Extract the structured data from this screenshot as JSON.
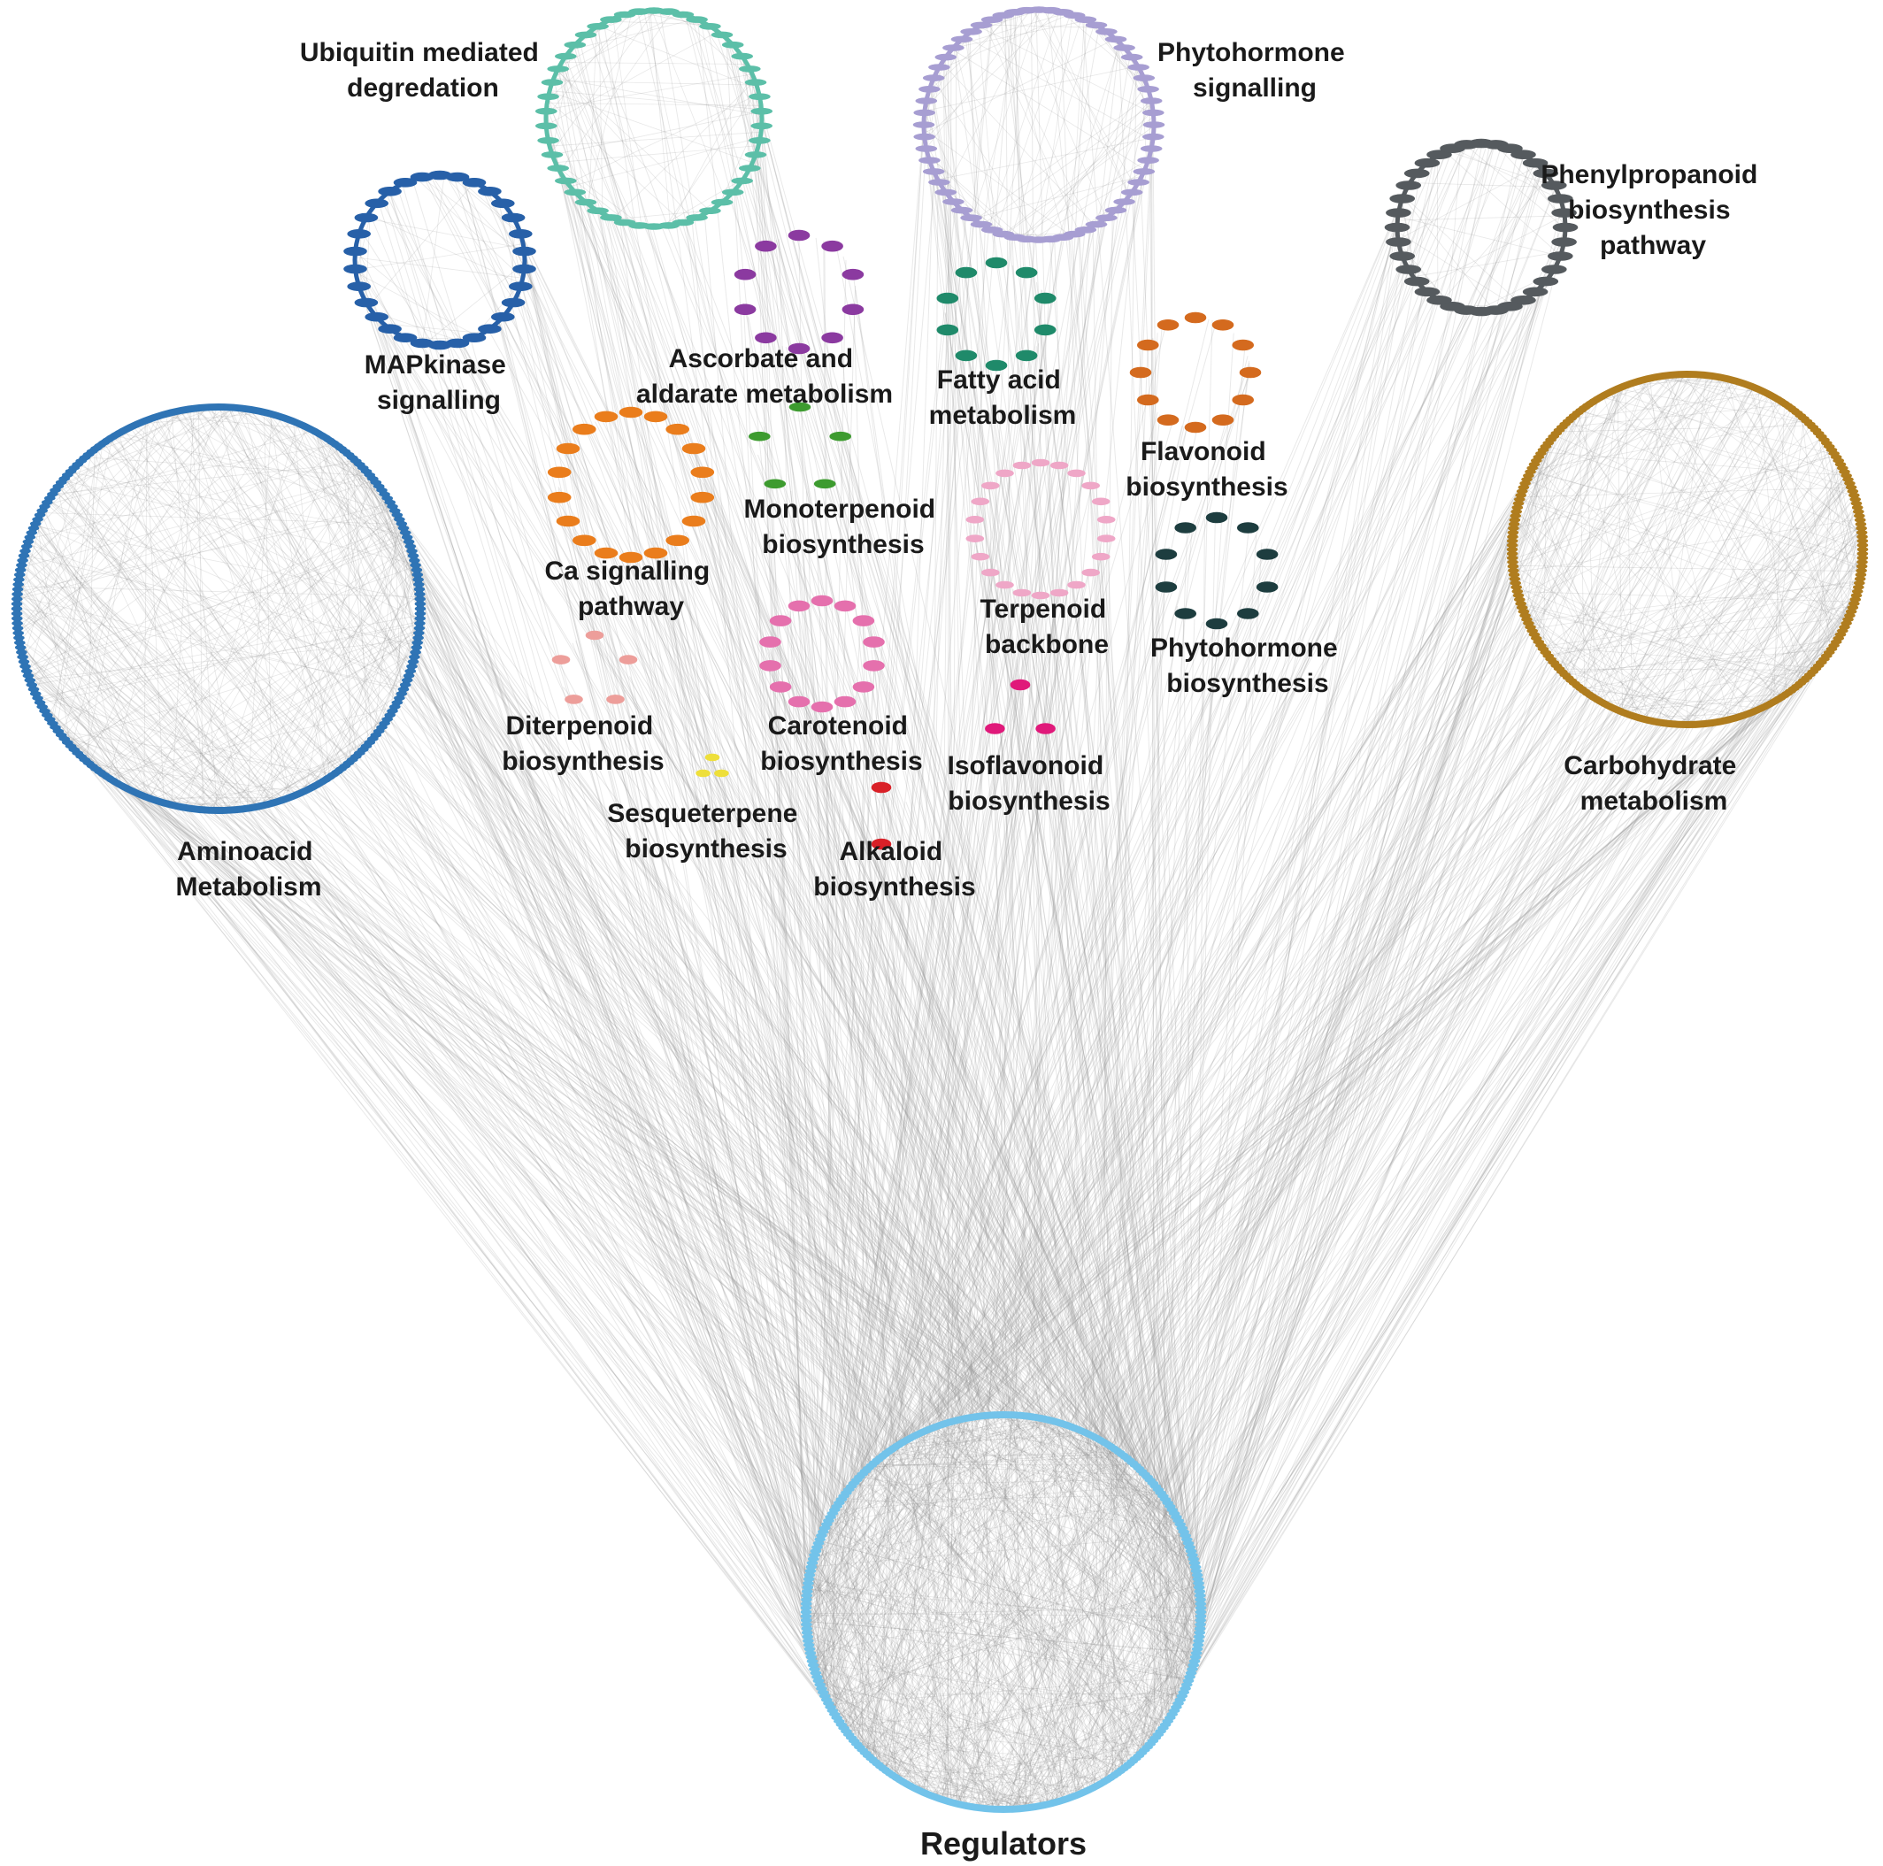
{
  "figure": {
    "modules": [
      {
        "id": "ubiquitin",
        "name": "ubiquitin-module",
        "label_lines": [
          "Ubiquitin mediated",
          "degredation"
        ],
        "color": "#5cbfa8",
        "node_count": 46,
        "density": "dense"
      },
      {
        "id": "phytohormone-signalling",
        "name": "phytohormone-signalling-module",
        "label_lines": [
          "Phytohormone",
          "signalling"
        ],
        "color": "#a79ed2",
        "node_count": 60,
        "density": "dense"
      },
      {
        "id": "phenylpropanoid",
        "name": "phenylpropanoid-module",
        "label_lines": [
          "Phenylpropanoid",
          "biosynthesis",
          "pathway"
        ],
        "color": "#555a5e",
        "node_count": 36,
        "density": "dense"
      },
      {
        "id": "mapkinase",
        "name": "mapkinase-module",
        "label_lines": [
          "MAPkinase",
          "signalling"
        ],
        "color": "#2760a8",
        "node_count": 30,
        "density": "dense"
      },
      {
        "id": "ascorbate",
        "name": "ascorbate-module",
        "label_lines": [
          "Ascorbate and",
          "aldarate metabolism"
        ],
        "color": "#8b3aa0",
        "node_count": 10,
        "density": "sparse"
      },
      {
        "id": "fatty-acid",
        "name": "fatty-acid-module",
        "label_lines": [
          "Fatty acid",
          "metabolism"
        ],
        "color": "#1f8a6a",
        "node_count": 10,
        "density": "sparse"
      },
      {
        "id": "flavonoid",
        "name": "flavonoid-module",
        "label_lines": [
          "Flavonoid",
          "biosynthesis"
        ],
        "color": "#d46a1e",
        "node_count": 12,
        "density": "sparse"
      },
      {
        "id": "ca-signalling",
        "name": "ca-signalling-module",
        "label_lines": [
          "Ca signalling",
          "pathway"
        ],
        "color": "#ea7d1c",
        "node_count": 18,
        "density": "sparse"
      },
      {
        "id": "monoterpenoid",
        "name": "monoterpenoid-module",
        "label_lines": [
          "Monoterpenoid",
          "biosynthesis"
        ],
        "color": "#3d9b2f",
        "node_count": 5,
        "density": "sparse"
      },
      {
        "id": "terpenoid-backbone",
        "name": "terpenoid-backbone-module",
        "label_lines": [
          "Terpenoid",
          "backbone"
        ],
        "color": "#efa7c7",
        "node_count": 22,
        "density": "sparse"
      },
      {
        "id": "phytohormone-biosynthesis",
        "name": "phytohormone-biosynthesis-module",
        "label_lines": [
          "Phytohormone",
          "biosynthesis"
        ],
        "color": "#1d3d3f",
        "node_count": 10,
        "density": "sparse"
      },
      {
        "id": "diterpenoid",
        "name": "diterpenoid-module",
        "label_lines": [
          "Diterpenoid",
          "biosynthesis"
        ],
        "color": "#ed9e9a",
        "node_count": 5,
        "density": "sparse"
      },
      {
        "id": "carotenoid",
        "name": "carotenoid-module",
        "label_lines": [
          "Carotenoid",
          "biosynthesis"
        ],
        "color": "#e570ad",
        "node_count": 14,
        "density": "sparse"
      },
      {
        "id": "isoflavonoid",
        "name": "isoflavonoid-module",
        "label_lines": [
          "Isoflavonoid",
          "biosynthesis"
        ],
        "color": "#e0197a",
        "node_count": 3,
        "density": "sparse"
      },
      {
        "id": "sesquiterpene",
        "name": "sesquiterpene-module",
        "label_lines": [
          "Sesqueterpene",
          "biosynthesis"
        ],
        "color": "#eedf3a",
        "node_count": 3,
        "density": "sparse"
      },
      {
        "id": "alkaloid",
        "name": "alkaloid-module",
        "label_lines": [
          "Alkaloid",
          "biosynthesis"
        ],
        "color": "#d92027",
        "node_count": 2,
        "density": "sparse"
      },
      {
        "id": "aminoacid",
        "name": "aminoacid-module",
        "label_lines": [
          "Aminoacid",
          "Metabolism"
        ],
        "color": "#2f74b5",
        "node_count": 260,
        "density": "dense"
      },
      {
        "id": "carbohydrate",
        "name": "carbohydrate-module",
        "label_lines": [
          "Carbohydrate",
          "metabolism"
        ],
        "color": "#b07d1f",
        "node_count": 260,
        "density": "dense"
      },
      {
        "id": "regulators",
        "name": "regulators-module",
        "label_lines": [
          "Regulators"
        ],
        "color": "#73c3ea",
        "node_count": 300,
        "density": "dense"
      }
    ]
  }
}
